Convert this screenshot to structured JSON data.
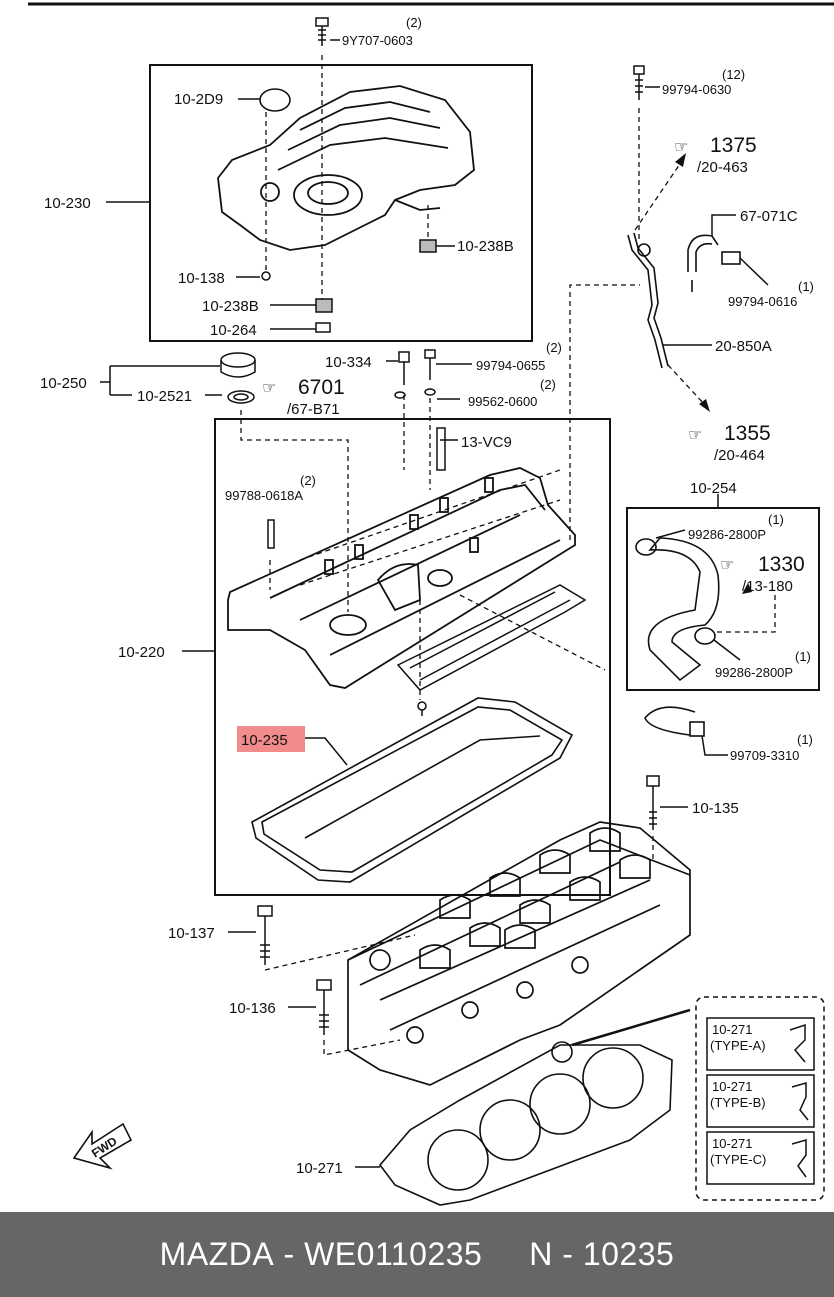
{
  "labels": {
    "l_9y07": "9Y707-0603",
    "l_9y07_qty": "(2)",
    "l_102d9": "10-2D9",
    "l_10230": "10-230",
    "l_10238b_a": "10-238B",
    "l_10138": "10-138",
    "l_10238b_b": "10-238B",
    "l_10264": "10-264",
    "l_10250": "10-250",
    "l_102521": "10-2521",
    "l_10334": "10-334",
    "l_99794_0655": "99794-0655",
    "l_99794_0655_qty": "(2)",
    "l_6701": "6701",
    "l_67871": "/67-B71",
    "l_99562": "99562-0600",
    "l_99562_qty": "(2)",
    "l_13vc9": "13-VC9",
    "l_99788": "99788-0618A",
    "l_99788_qty": "(2)",
    "l_10220": "10-220",
    "l_10235": "10-235",
    "l_99794_0630": "99794-0630",
    "l_99794_0630_qty": "(12)",
    "l_1375": "1375",
    "l_20463": "/20-463",
    "l_67071c": "67-071C",
    "l_99794_0616": "99794-0616",
    "l_99794_0616_qty": "(1)",
    "l_20850a": "20-850A",
    "l_1355": "1355",
    "l_20464": "/20-464",
    "l_10254": "10-254",
    "l_99286_a": "99286-2800P",
    "l_99286_a_qty": "(1)",
    "l_1330": "1330",
    "l_13180": "/13-180",
    "l_99286_b": "99286-2800P",
    "l_99286_b_qty": "(1)",
    "l_99709": "99709-3310",
    "l_99709_qty": "(1)",
    "l_10135": "10-135",
    "l_10137": "10-137",
    "l_10136": "10-136",
    "l_10271": "10-271",
    "type_a_num": "10-271",
    "type_a": "(TYPE-A)",
    "type_b_num": "10-271",
    "type_b": "(TYPE-B)",
    "type_c_num": "10-271",
    "type_c": "(TYPE-C)",
    "fwd": "FWD"
  },
  "highlight_color": "#f28b8b",
  "footer": {
    "brand": "MAZDA",
    "part_number": "WE0110235",
    "ref_number": "N - 10235"
  }
}
